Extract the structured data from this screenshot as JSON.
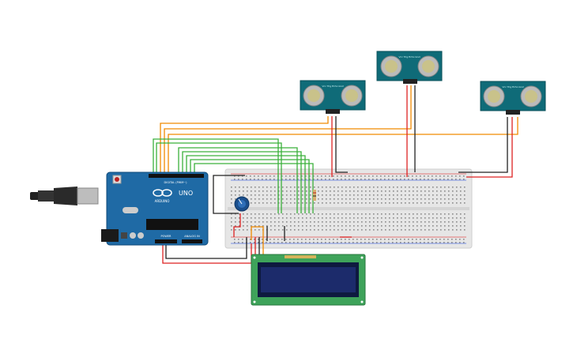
{
  "arduino": {
    "brand_text": "ARDUINO",
    "model_text": "UNO",
    "digital_header_label": "DIGITAL (PWM~)",
    "power_header_label": "POWER",
    "analog_header_label": "ANALOG IN"
  },
  "sensors": [
    {
      "name": "ultrasonic-sensor-1",
      "pin_label": "Vcc Trig Echo Gnd"
    },
    {
      "name": "ultrasonic-sensor-2",
      "pin_label": "Vcc Trig Echo Gnd"
    },
    {
      "name": "ultrasonic-sensor-3",
      "pin_label": "Vcc Trig Echo Gnd"
    }
  ],
  "colors": {
    "wire_red": "#d22",
    "wire_black": "#222",
    "wire_orange": "#f08a00",
    "wire_green": "#3bb03b",
    "board_blue": "#1f6aa5",
    "sensor_teal": "#0f6b78",
    "breadboard": "#e4e4e4",
    "lcd_green": "#3ea35a",
    "lcd_screen": "#1c2b6b"
  }
}
